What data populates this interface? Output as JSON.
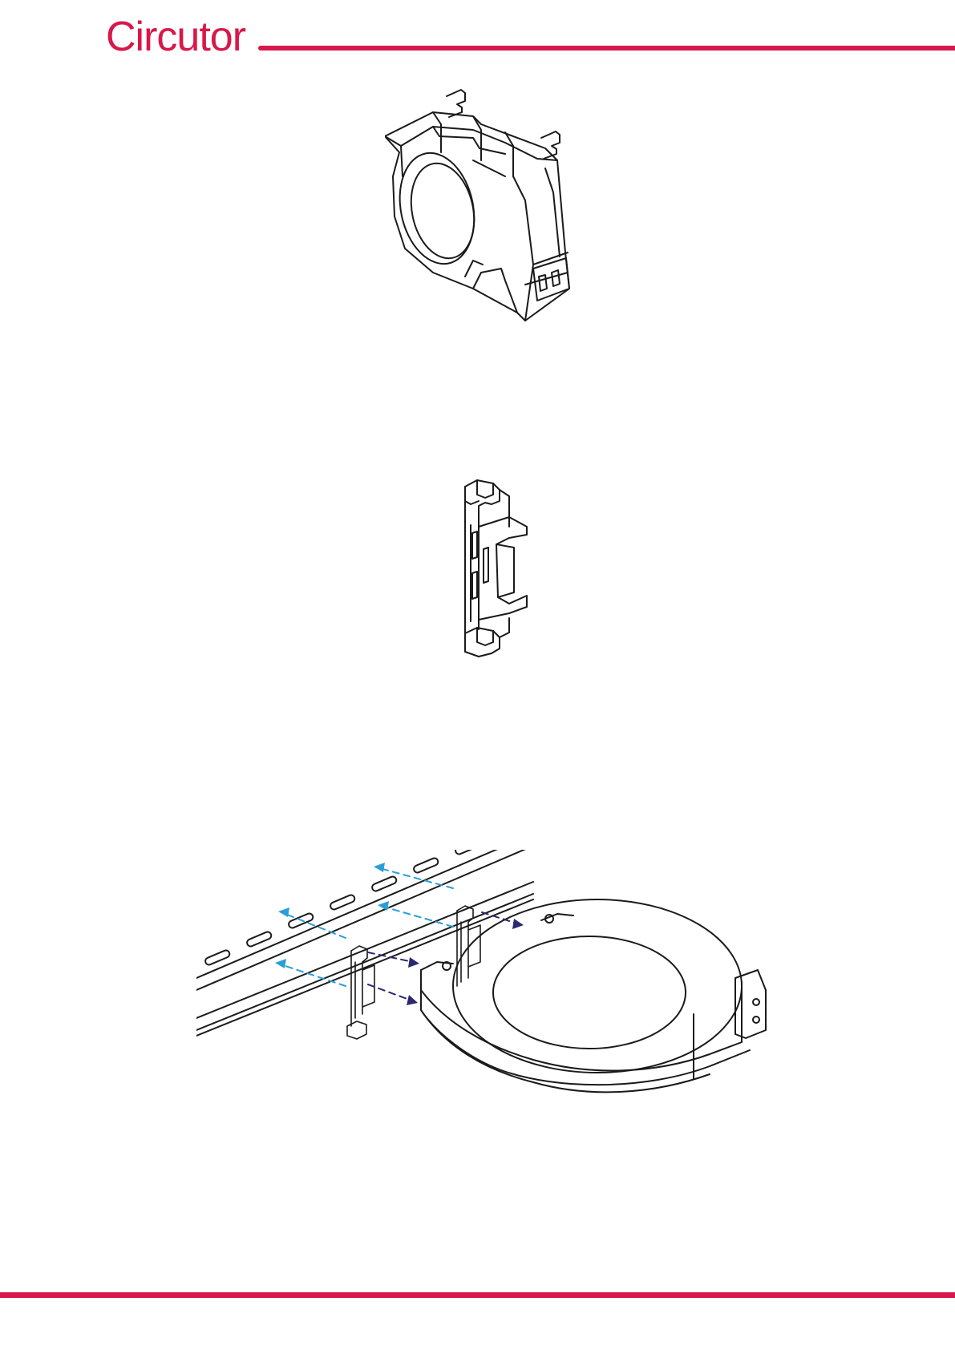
{
  "header": {
    "brand": "Circutor",
    "brand_color": "#d8184a"
  },
  "figures": [
    {
      "id": "sensor",
      "icon": "residual-current-sensor-drawing"
    },
    {
      "id": "clip",
      "icon": "din-rail-mounting-clip-drawing"
    },
    {
      "id": "assembly",
      "icon": "din-rail-mounting-assembly-drawing"
    }
  ],
  "colors": {
    "accent": "#d8184a",
    "arrow_light": "#2a9fd6",
    "arrow_dark": "#2c2870",
    "line": "#1a1a1a"
  }
}
